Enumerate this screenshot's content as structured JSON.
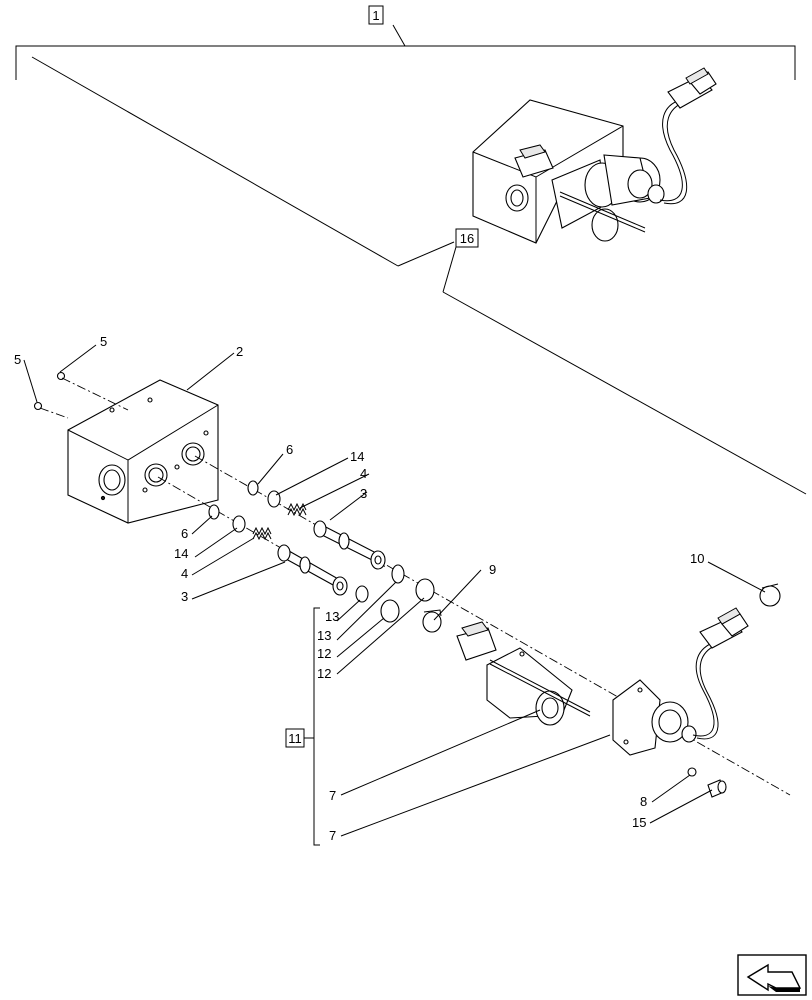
{
  "callouts": {
    "c1": "1",
    "c2": "2",
    "c3a": "3",
    "c3b": "3",
    "c4a": "4",
    "c4b": "4",
    "c5a": "5",
    "c5b": "5",
    "c6a": "6",
    "c6b": "6",
    "c7a": "7",
    "c7b": "7",
    "c8": "8",
    "c9": "9",
    "c10": "10",
    "c11": "11",
    "c12a": "12",
    "c12b": "12",
    "c13a": "13",
    "c13b": "13",
    "c14a": "14",
    "c14b": "14",
    "c15": "15",
    "c16": "16"
  },
  "icons": {
    "nav": "next-page-arrow-icon"
  }
}
